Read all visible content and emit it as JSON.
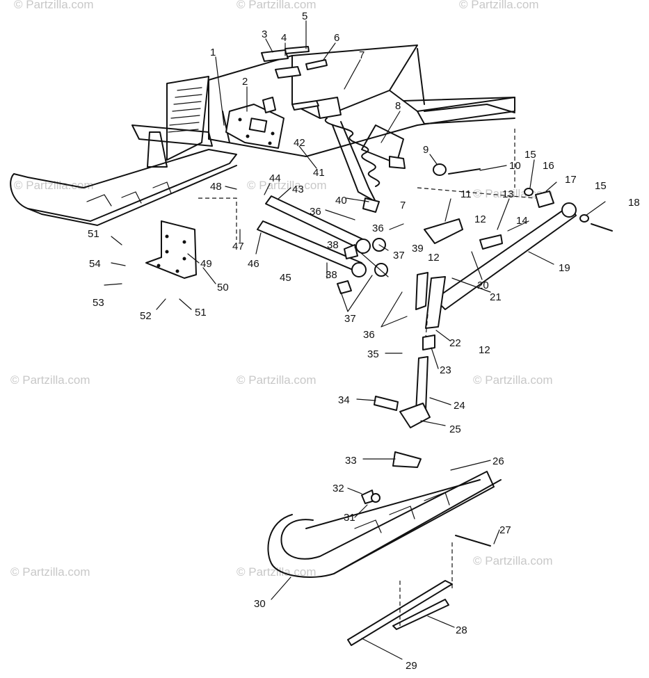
{
  "watermark": "© Partzilla.com",
  "callouts": [
    {
      "id": "c1",
      "text": "1"
    },
    {
      "id": "c2",
      "text": "2"
    },
    {
      "id": "c3",
      "text": "3"
    },
    {
      "id": "c4",
      "text": "4"
    },
    {
      "id": "c5",
      "text": "5"
    },
    {
      "id": "c6",
      "text": "6"
    },
    {
      "id": "c7a",
      "text": "7"
    },
    {
      "id": "c7b",
      "text": "7"
    },
    {
      "id": "c8",
      "text": "8"
    },
    {
      "id": "c9",
      "text": "9"
    },
    {
      "id": "c10",
      "text": "10"
    },
    {
      "id": "c11",
      "text": "11"
    },
    {
      "id": "c12a",
      "text": "12"
    },
    {
      "id": "c12b",
      "text": "12"
    },
    {
      "id": "c12c",
      "text": "12"
    },
    {
      "id": "c13",
      "text": "13"
    },
    {
      "id": "c14",
      "text": "14"
    },
    {
      "id": "c15a",
      "text": "15"
    },
    {
      "id": "c15b",
      "text": "15"
    },
    {
      "id": "c16",
      "text": "16"
    },
    {
      "id": "c17",
      "text": "17"
    },
    {
      "id": "c18",
      "text": "18"
    },
    {
      "id": "c19",
      "text": "19"
    },
    {
      "id": "c20",
      "text": "20"
    },
    {
      "id": "c21",
      "text": "21"
    },
    {
      "id": "c22",
      "text": "22"
    },
    {
      "id": "c23",
      "text": "23"
    },
    {
      "id": "c24",
      "text": "24"
    },
    {
      "id": "c25",
      "text": "25"
    },
    {
      "id": "c26",
      "text": "26"
    },
    {
      "id": "c27",
      "text": "27"
    },
    {
      "id": "c28",
      "text": "28"
    },
    {
      "id": "c29",
      "text": "29"
    },
    {
      "id": "c30",
      "text": "30"
    },
    {
      "id": "c31",
      "text": "31"
    },
    {
      "id": "c32",
      "text": "32"
    },
    {
      "id": "c33",
      "text": "33"
    },
    {
      "id": "c34",
      "text": "34"
    },
    {
      "id": "c35",
      "text": "35"
    },
    {
      "id": "c36a",
      "text": "36"
    },
    {
      "id": "c36b",
      "text": "36"
    },
    {
      "id": "c36c",
      "text": "36"
    },
    {
      "id": "c37a",
      "text": "37"
    },
    {
      "id": "c37b",
      "text": "37"
    },
    {
      "id": "c38a",
      "text": "38"
    },
    {
      "id": "c38b",
      "text": "38"
    },
    {
      "id": "c39",
      "text": "39"
    },
    {
      "id": "c40",
      "text": "40"
    },
    {
      "id": "c41",
      "text": "41"
    },
    {
      "id": "c42",
      "text": "42"
    },
    {
      "id": "c43",
      "text": "43"
    },
    {
      "id": "c44",
      "text": "44"
    },
    {
      "id": "c45",
      "text": "45"
    },
    {
      "id": "c46",
      "text": "46"
    },
    {
      "id": "c47",
      "text": "47"
    },
    {
      "id": "c48",
      "text": "48"
    },
    {
      "id": "c49",
      "text": "49"
    },
    {
      "id": "c50",
      "text": "50"
    },
    {
      "id": "c51a",
      "text": "51"
    },
    {
      "id": "c51b",
      "text": "51"
    },
    {
      "id": "c52",
      "text": "52"
    },
    {
      "id": "c53",
      "text": "53"
    },
    {
      "id": "c54",
      "text": "54"
    }
  ]
}
